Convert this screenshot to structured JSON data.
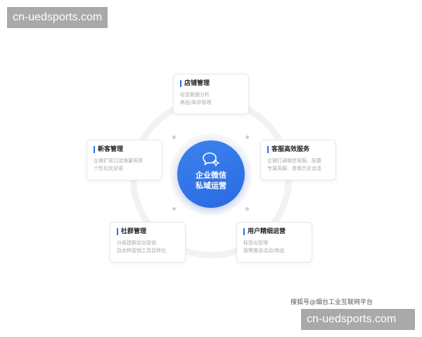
{
  "watermarks": {
    "top": "cn-uedsports.com",
    "bottom": "cn-uedsports.com",
    "source": "搜狐号@烟台工业互联网平台"
  },
  "hub": {
    "line1": "企业微信",
    "line2": "私域运营",
    "icon": "chat-bubble-sparkle-icon"
  },
  "accent": "#2f6ee6",
  "cards": [
    {
      "title": "店铺管理",
      "lines": [
        "经营数据分析",
        "商品/库存管理"
      ]
    },
    {
      "title": "新客管理",
      "lines": [
        "企微扩容沉淀海量客资",
        "个性化欢迎语"
      ]
    },
    {
      "title": "客服高效服务",
      "lines": [
        "企微打通微信客服、配置",
        "专属客服、查看历史会话"
      ]
    },
    {
      "title": "社群管理",
      "lines": [
        "分层建群定向营销",
        "百余种营销工具促转化"
      ]
    },
    {
      "title": "用户精细运营",
      "lines": [
        "标签化管理",
        "按需推送活动/商品"
      ]
    }
  ]
}
